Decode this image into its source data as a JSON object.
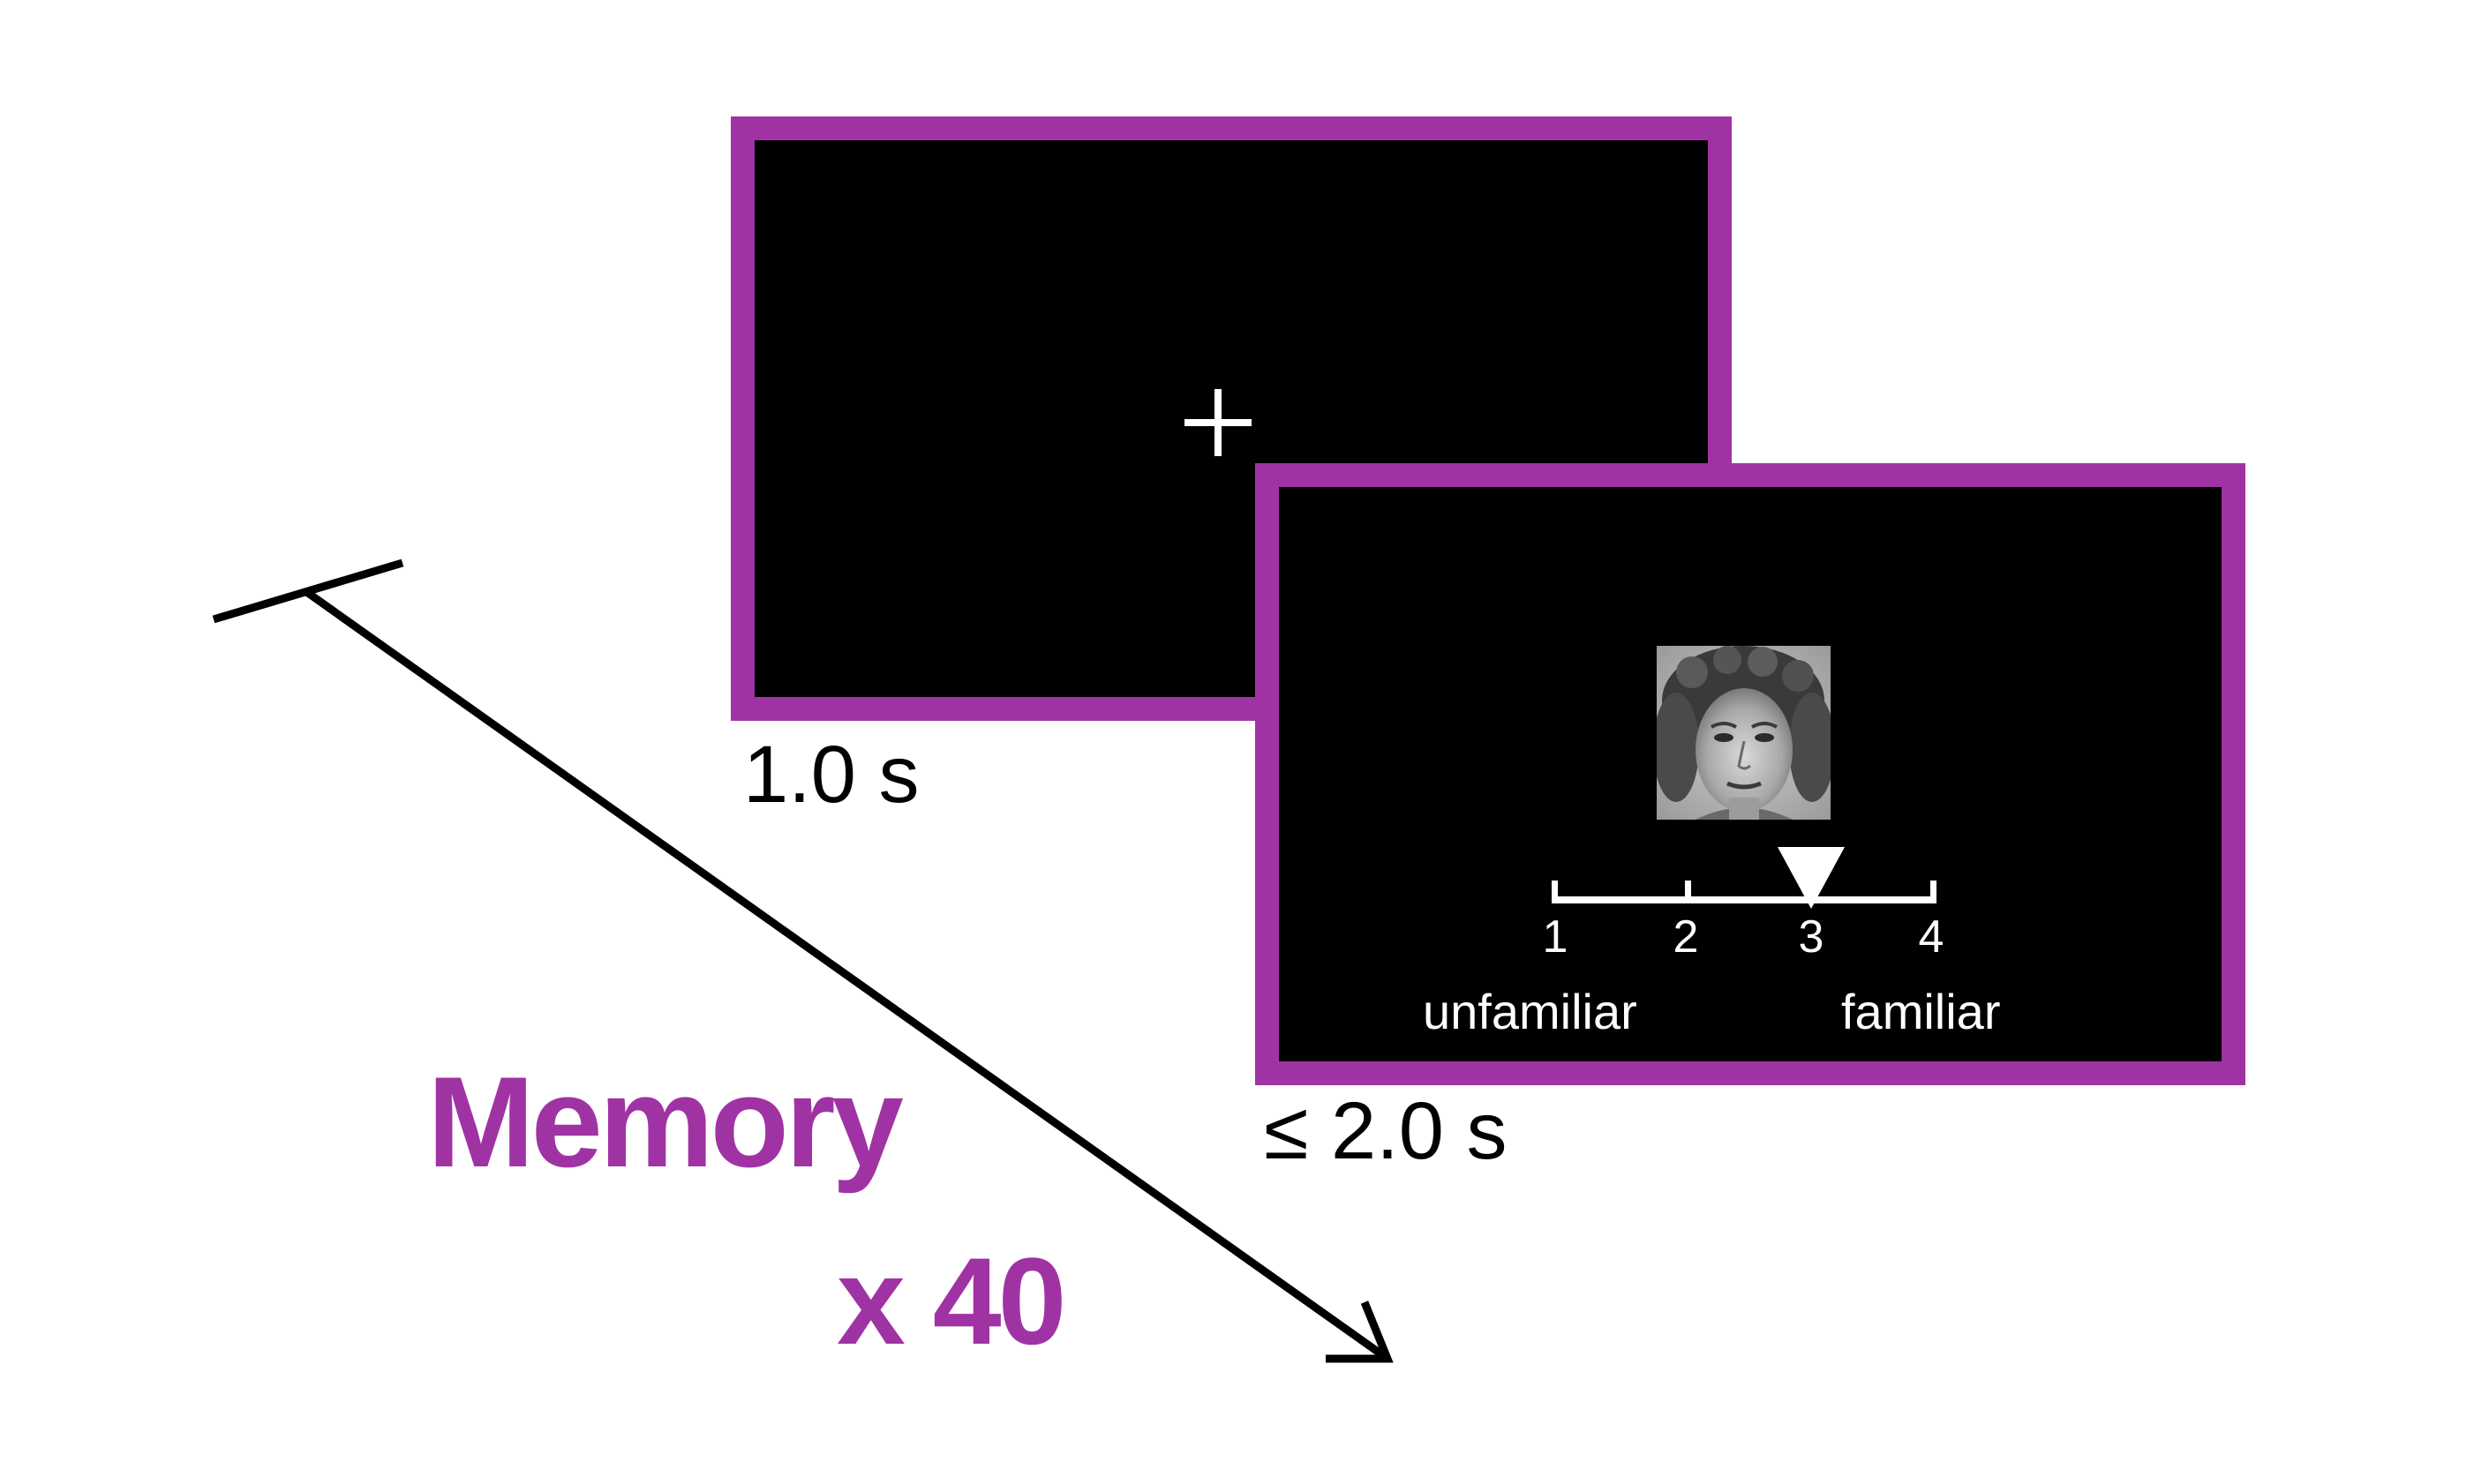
{
  "screens": {
    "fixation": {
      "symbol": "+",
      "duration": "1.0 s"
    },
    "rating": {
      "duration": "≤ 2.0 s",
      "scale_numbers": [
        "1",
        "2",
        "3",
        "4"
      ],
      "selected_value": 3,
      "anchor_low": "unfamiliar",
      "anchor_high": "familiar"
    }
  },
  "task": {
    "title": "Memory",
    "repetitions": "x 40"
  },
  "colors": {
    "frame": "#a033a4",
    "screen": "#000000",
    "title": "#a033a4"
  }
}
